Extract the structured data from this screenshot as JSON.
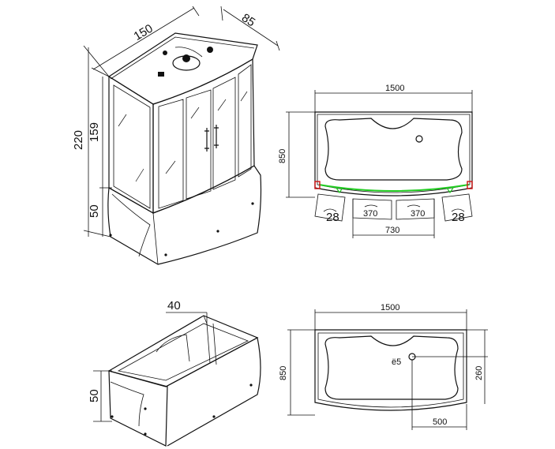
{
  "drawings": {
    "cabin_3d": {
      "width": "150",
      "depth": "85",
      "height": "220",
      "upper_height": "159",
      "tray_height": "50"
    },
    "cabin_plan": {
      "length": "1500",
      "width": "850",
      "door_left": "370",
      "door_right": "370",
      "opening": "730",
      "corner_left": "28",
      "corner_right": "28"
    },
    "tub_3d": {
      "depth_top": "40",
      "height": "50"
    },
    "tub_plan": {
      "length": "1500",
      "width": "850",
      "drain_y": "260",
      "drain_x": "500",
      "drain_code": "ë5"
    }
  },
  "colors": {
    "line": "#111111",
    "accent_red": "#cc1111",
    "accent_green": "#22cc22"
  }
}
